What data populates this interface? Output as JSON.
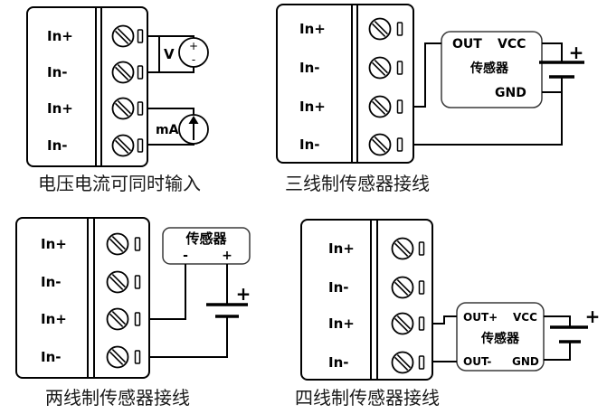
{
  "panels": [
    {
      "caption": "电压电流可同时输入",
      "terminals": [
        "In+",
        "In-",
        "In+",
        "In-"
      ],
      "voltage_source": {
        "label": "V",
        "plus": "+",
        "minus": "-"
      },
      "current_source": {
        "label": "mA"
      }
    },
    {
      "caption": "三线制传感器接线",
      "terminals": [
        "In+",
        "In-",
        "In+",
        "In-"
      ],
      "sensor": {
        "name": "传感器",
        "out": "OUT",
        "vcc": "VCC",
        "gnd": "GND"
      },
      "battery": {
        "plus": "+"
      }
    },
    {
      "caption": "两线制传感器接线",
      "terminals": [
        "In+",
        "In-",
        "In+",
        "In-"
      ],
      "sensor": {
        "name": "传感器",
        "minus": "-",
        "plus": "+"
      },
      "battery": {
        "plus": "+"
      }
    },
    {
      "caption": "四线制传感器接线",
      "terminals": [
        "In+",
        "In-",
        "In+",
        "In-"
      ],
      "sensor": {
        "name": "传感器",
        "out_plus": "OUT+",
        "vcc": "VCC",
        "out_minus": "OUT-",
        "gnd": "GND"
      },
      "battery": {
        "plus": "+"
      }
    }
  ],
  "colors": {
    "stroke": "#000000",
    "caption": "#1a1a1a",
    "background": "#ffffff",
    "sensor_border": "#3a3a3a"
  }
}
